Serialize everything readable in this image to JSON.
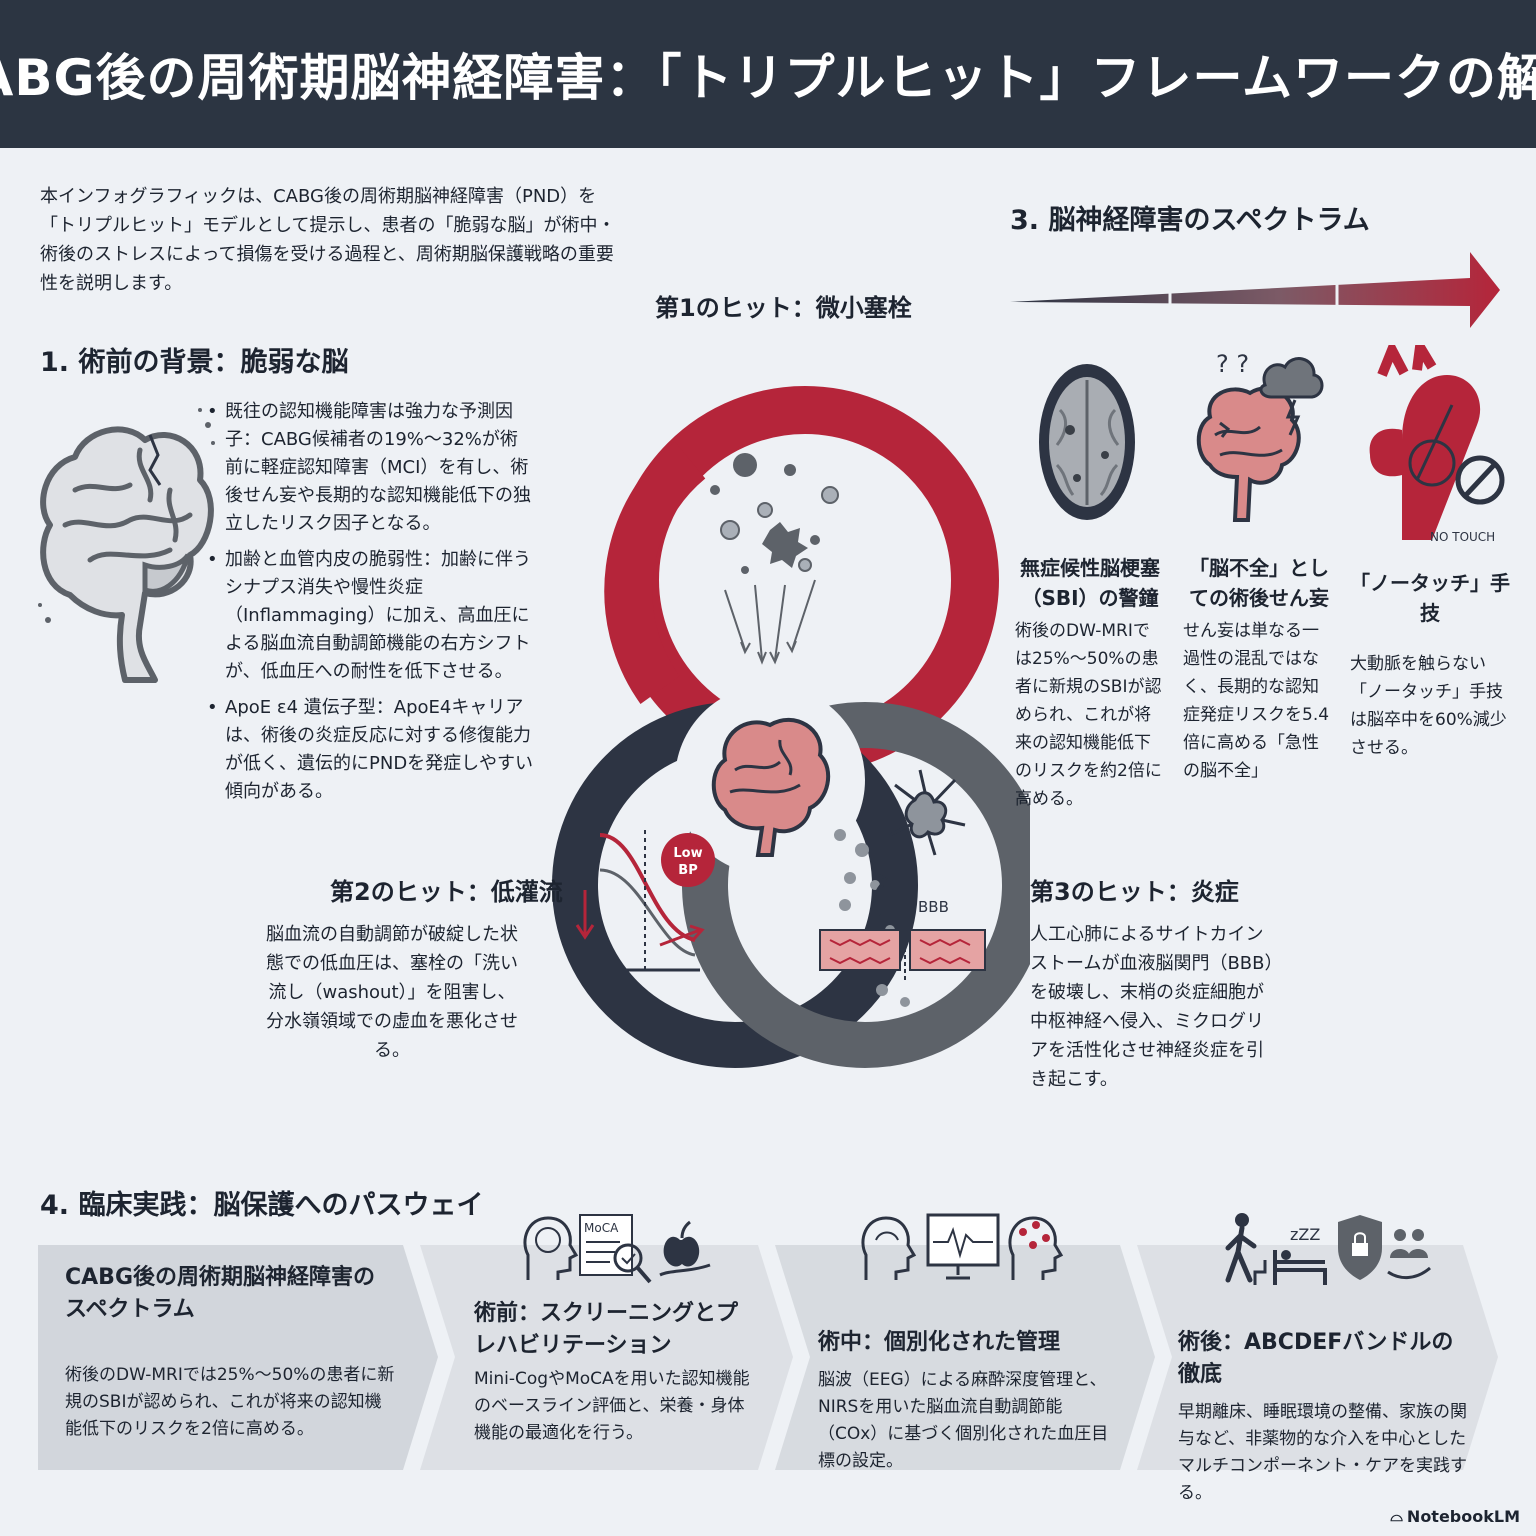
{
  "header": {
    "title": "CABG後の周術期脳神経障害：「トリプルヒット」フレームワークの解明"
  },
  "intro": {
    "text": "本インフォグラフィックは、CABG後の周術期脳神経障害（PND）を「トリプルヒット」モデルとして提示し、患者の「脆弱な脳」が術中・術後のストレスによって損傷を受ける過程と、周術期脳保護戦略の重要性を説明します。"
  },
  "section1": {
    "title": "1. 術前の背景：脆弱な脳",
    "bullets": [
      "既往の認知機能障害は強力な予測因子：CABG候補者の19%〜32%が術前に軽症認知障害（MCI）を有し、術後せん妄や長期的な認知機能低下の独立したリスク因子となる。",
      "加齢と血管内皮の脆弱性：加齢に伴うシナプス消失や慢性炎症（Inflammaging）に加え、高血圧による脳血流自動調節機能の右方シフトが、低血圧への耐性を低下させる。",
      "ApoE ε4 遺伝子型：ApoE4キャリアは、術後の炎症反応に対する修復能力が低く、遺伝的にPNDを発症しやすい傾向がある。"
    ]
  },
  "hits": {
    "hit1": {
      "title": "第1のヒット：微小塞栓"
    },
    "hit2": {
      "title": "第2のヒット：低灌流",
      "text": "脳血流の自動調節が破綻した状態での低血圧は、塞栓の「洗い流し（washout）」を阻害し、分水嶺領域での虚血を悪化させる。",
      "badge_line1": "Low",
      "badge_line2": "BP"
    },
    "hit3": {
      "title": "第3のヒット：炎症",
      "text": "人工心肺によるサイトカインストームが血液脳関門（BBB）を破壊し、末梢の炎症細胞が中枢神経へ侵入、ミクログリアを活性化させ神経炎症を引き起こす。",
      "bbb_label": "BBB"
    }
  },
  "section3": {
    "title": "3. 脳神経障害のスペクトラム",
    "items": [
      {
        "title": "無症候性脳梗塞（SBI）の警鐘",
        "text": "術後のDW-MRIでは25%〜50%の患者に新規のSBIが認められ、これが将来の認知機能低下のリスクを約2倍に高める。"
      },
      {
        "title": "「脳不全」としての術後せん妄",
        "text": "せん妄は単なる一過性の混乱ではなく、長期的な認知症発症リスクを5.4倍に高める「急性の脳不全」"
      },
      {
        "title": "「ノータッチ」手技",
        "text": "大動脈を触らない「ノータッチ」手技は脳卒中を60%減少させる。",
        "badge": "NO TOUCH"
      }
    ],
    "question_marks": "? ?"
  },
  "section4": {
    "title": "4. 臨床実践：脳保護へのパスウェイ",
    "cards": [
      {
        "title": "CABG後の周術期脳神経障害のスペクトラム",
        "text": "術後のDW-MRIでは25%〜50%の患者に新規のSBIが認められ、これが将来の認知機能低下のリスクを2倍に高める。"
      },
      {
        "title": "術前：スクリーニングとプレハビリテーション",
        "text": "Mini-CogやMoCAを用いた認知機能のベースライン評価と、栄養・身体機能の最適化を行う。",
        "icon_label": "MoCA"
      },
      {
        "title": "術中：個別化された管理",
        "text": "脳波（EEG）による麻酔深度管理と、NIRSを用いた脳血流自動調節能（COx）に基づく個別化された血圧目標の設定。"
      },
      {
        "title": "術後：ABCDEFバンドルの徹底",
        "text": "早期離床、睡眠環境の整備、家族の関与など、非薬物的な介入を中心としたマルチコンポーネント・ケアを実践する。",
        "icon_label": "zZZ"
      }
    ]
  },
  "footer": {
    "logo": "NotebookLM"
  },
  "colors": {
    "header": "#2c3542",
    "red": "#b5253a",
    "navy": "#2d3443",
    "gray": "#5d6269",
    "pink": "#d98a8a"
  }
}
